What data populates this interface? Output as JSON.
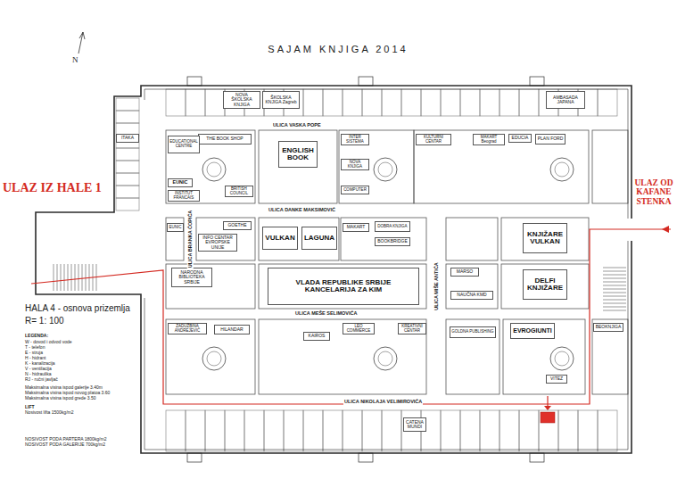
{
  "diagram": {
    "title": "SAJAM KNJIGA 2014",
    "nodes": [
      {
        "text": [
          "NOVA ŠKOLSKA KNJIGA"
        ]
      },
      {
        "text": [
          "ŠKOLSKA KNJIGA Zagreb"
        ]
      },
      {
        "text": [
          "AMBASADA JAPANA"
        ]
      },
      {
        "text": [
          "ITAKA"
        ]
      },
      {
        "text": [
          "THE BOOK SHOP"
        ]
      },
      {
        "text": [
          "EDUCATIONAL CENTRE"
        ]
      },
      {
        "text": [
          "EUNIC"
        ]
      },
      {
        "text": [
          "INSTITUT FRANCAIS"
        ]
      },
      {
        "text": [
          "BRITISH COUNCIL"
        ]
      },
      {
        "text": [
          "ENGLISH BOOK"
        ]
      },
      {
        "text": [
          "INTER SISTEMA"
        ]
      },
      {
        "text": [
          "NOVA KNJIGA"
        ]
      },
      {
        "text": [
          "COMPUTER"
        ]
      },
      {
        "text": [
          "KULTURNI CENTAR"
        ]
      },
      {
        "text": [
          "MAKART Beograd"
        ]
      },
      {
        "text": [
          "EDUCIA"
        ]
      },
      {
        "text": [
          "PLAN FORD"
        ]
      },
      {
        "text": [
          "EUNIC"
        ]
      },
      {
        "text": [
          "INFO CENTAR EVROPSKE UNIJE"
        ]
      },
      {
        "text": [
          "GOETHE"
        ]
      },
      {
        "text": [
          "VULKAN"
        ]
      },
      {
        "text": [
          "LAGUNA"
        ]
      },
      {
        "text": [
          "MAKART"
        ]
      },
      {
        "text": [
          "DOBRA KNJIGA"
        ]
      },
      {
        "text": [
          "BOOKBRIDGE"
        ]
      },
      {
        "text": [
          "KNJIŽARE VULKAN"
        ]
      },
      {
        "text": [
          "NARODNA BIBLIOTEKA SRBIJE"
        ]
      },
      {
        "text": [
          "VLADA REPUBLIKE SRBIJE KANCELARIJA ZA KIM"
        ]
      },
      {
        "text": [
          "MARSO"
        ]
      },
      {
        "text": [
          "NAUČNA KMD"
        ]
      },
      {
        "text": [
          "DELFI KNJIŽARE"
        ]
      },
      {
        "text": [
          "ZADUŽBINA ANDREJEVIĆ"
        ]
      },
      {
        "text": [
          "HILANDAR"
        ]
      },
      {
        "text": [
          "KAIROS"
        ]
      },
      {
        "text": [
          "LEO COMMERCE"
        ]
      },
      {
        "text": [
          "KREATIVNI CENTAR"
        ]
      },
      {
        "text": [
          "GOLDNA PUBLISHING"
        ]
      },
      {
        "text": [
          "EVROGIUNTI"
        ]
      },
      {
        "text": [
          "BEOKNJIGA"
        ]
      },
      {
        "text": [
          "VITEZ"
        ]
      },
      {
        "text": [
          "CATENA MUNDI"
        ]
      }
    ],
    "labels": [
      "N",
      "ULAZ IZ HALE 1",
      "ULAZ OD KAFANE STENKA",
      "HALA 4 - osnova prizemlja",
      "R= 1: 100",
      "LEGENDA:",
      "Maksimalna visina ispod galerije 3.40m",
      "Maksimalna visina ispod novog platoa 3.60",
      "Maksimalna visina ispod grede 3.50",
      "LIFT",
      "Nosivost lifta 1500kg/m2",
      "NOSIVOST PODA PARTERA 1800kg/m2",
      "NOSIVOST PODA GALERIJE 700kg/m2",
      "ULICA VASKA POPE",
      "ULICA DANKE MAKSIMOVIĆ",
      "ULICA MEŠE SELIMOVIĆA",
      "ULICA NIKOLAJA VELIMIROVIĆA",
      "ULICA BRANKA ĆOPIĆA",
      "ULICA MIŠE ANTIĆA"
    ],
    "legend": [
      {
        "text": "W - dovod i odvod vode"
      },
      {
        "text": "T - telefon"
      },
      {
        "text": "E - struja"
      },
      {
        "text": "H - hidrant"
      },
      {
        "text": "K - kanalizacija"
      },
      {
        "text": "V - ventilacija"
      },
      {
        "text": "N - hidraulika"
      },
      {
        "text": "RJ - ručni javljač"
      }
    ]
  }
}
